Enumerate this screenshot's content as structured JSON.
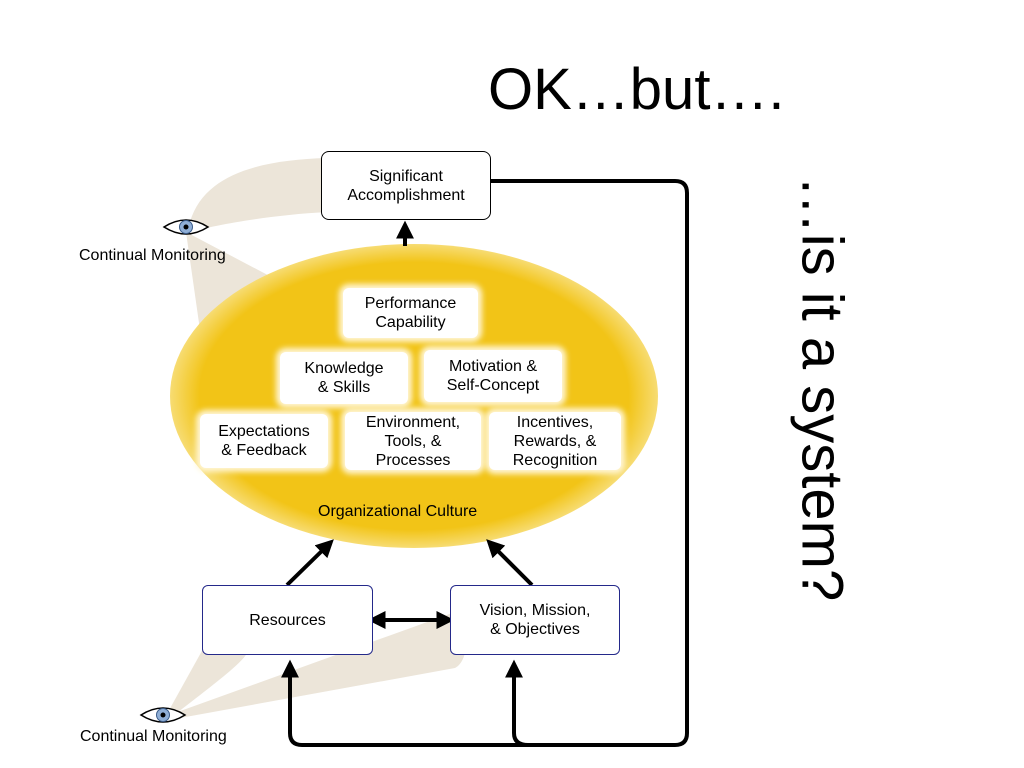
{
  "title": "OK…but….",
  "vertical_title": "…is it a system?",
  "nodes": {
    "accomplishment": "Significant\nAccomplishment",
    "performance": "Performance\nCapability",
    "knowledge": "Knowledge\n& Skills",
    "motivation": "Motivation &\nSelf-Concept",
    "expectations": "Expectations\n& Feedback",
    "environment": "Environment,\nTools, &\nProcesses",
    "incentives": "Incentives,\nRewards, &\nRecognition",
    "culture": "Organizational Culture",
    "resources": "Resources",
    "vision": "Vision, Mission,\n   & Objectives"
  },
  "monitoring_top": "Continual Monitoring",
  "monitoring_bottom": "Continual Monitoring",
  "colors": {
    "ellipse": "#f2c417",
    "beam": "#ece5d9",
    "box_border_blue": "#24298a"
  },
  "icons": [
    "eye-icon",
    "eye-icon"
  ]
}
